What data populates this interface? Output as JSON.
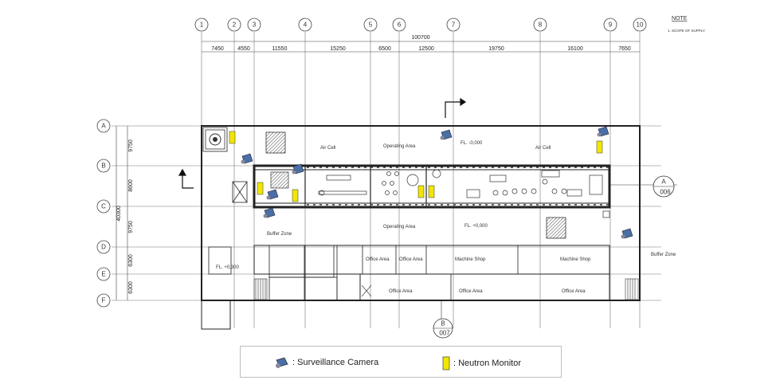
{
  "note": {
    "title": "NOTE",
    "line1": "1. SCOPE OF SUPPLY"
  },
  "grid_columns": [
    "1",
    "2",
    "3",
    "4",
    "5",
    "6",
    "7",
    "8",
    "9",
    "10"
  ],
  "grid_rows": [
    "A",
    "B",
    "C",
    "D",
    "E",
    "F"
  ],
  "overall_width": "100700",
  "column_spacings": [
    "7450",
    "4550",
    "11550",
    "15250",
    "6500",
    "12500",
    "19750",
    "16100",
    "7650"
  ],
  "overall_height": "40300",
  "row_spacings": [
    "9750",
    "8600",
    "9750",
    "6300",
    "6300"
  ],
  "section_markers": {
    "a_letter": "A",
    "a_ref": "006",
    "b_letter": "B",
    "b_ref": "007"
  },
  "room_labels": {
    "air_cell_1": "Air Cell",
    "operating_area_top": "Operating Area",
    "air_cell_2": "Air Cell",
    "operating_area_bottom": "Operating Area",
    "office_1": "Office Area",
    "office_2": "Office Area",
    "machine_shop_1": "Machine Shop",
    "machine_shop_2": "Machine Shop",
    "office_3": "Office Area",
    "office_4": "Office Area",
    "office_5": "Office Area",
    "buffer_zone_right": "Buffer Zone",
    "buffer_zone_left": "Buffer Zone",
    "elevation_main": "FL. +0,000",
    "elevation_upper": "FL. -0,000",
    "elevation_left": "FL. +0,300"
  },
  "legend": {
    "camera_label": ": Surveillance Camera",
    "monitor_label": ": Neutron Monitor"
  },
  "colors": {
    "camera": "#4a6fa5",
    "monitor": "#f2e600",
    "line": "#333333"
  }
}
